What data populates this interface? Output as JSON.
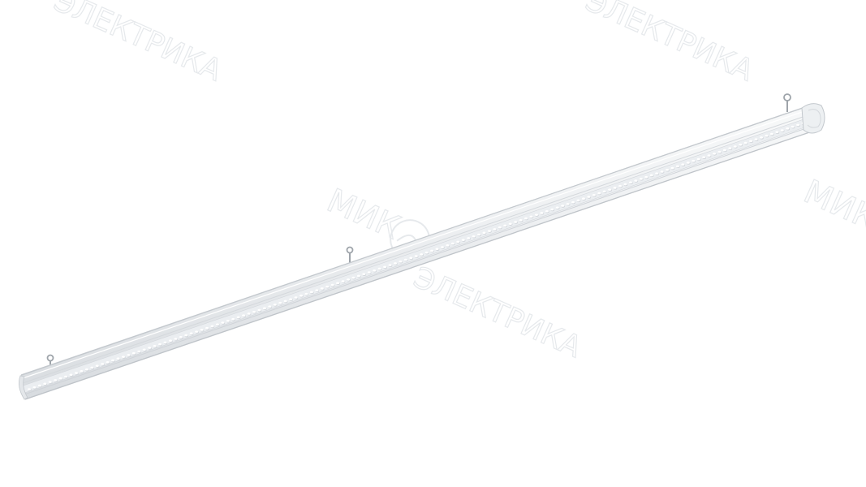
{
  "product_photo": {
    "subject": "linear-led-luminaire",
    "colors": {
      "background": "#ffffff",
      "housing_light": "#f7f8f9",
      "housing_mid": "#e3e6e9",
      "housing_dark": "#c3c8cd",
      "diffuser": "#ebeef1",
      "led_dot": "#ffffff",
      "led_shadow": "#d2d6db",
      "end_cap": "#edf0f2",
      "hanger": "#9ea4aa"
    },
    "hanger_count": 3,
    "led_count": 150
  },
  "watermark": {
    "brand_top": "МИК",
    "brand_bottom": "ЭЛЕКТРИКА",
    "logo_icon": "mik-logo-icon",
    "color": "#e6e9ec"
  }
}
